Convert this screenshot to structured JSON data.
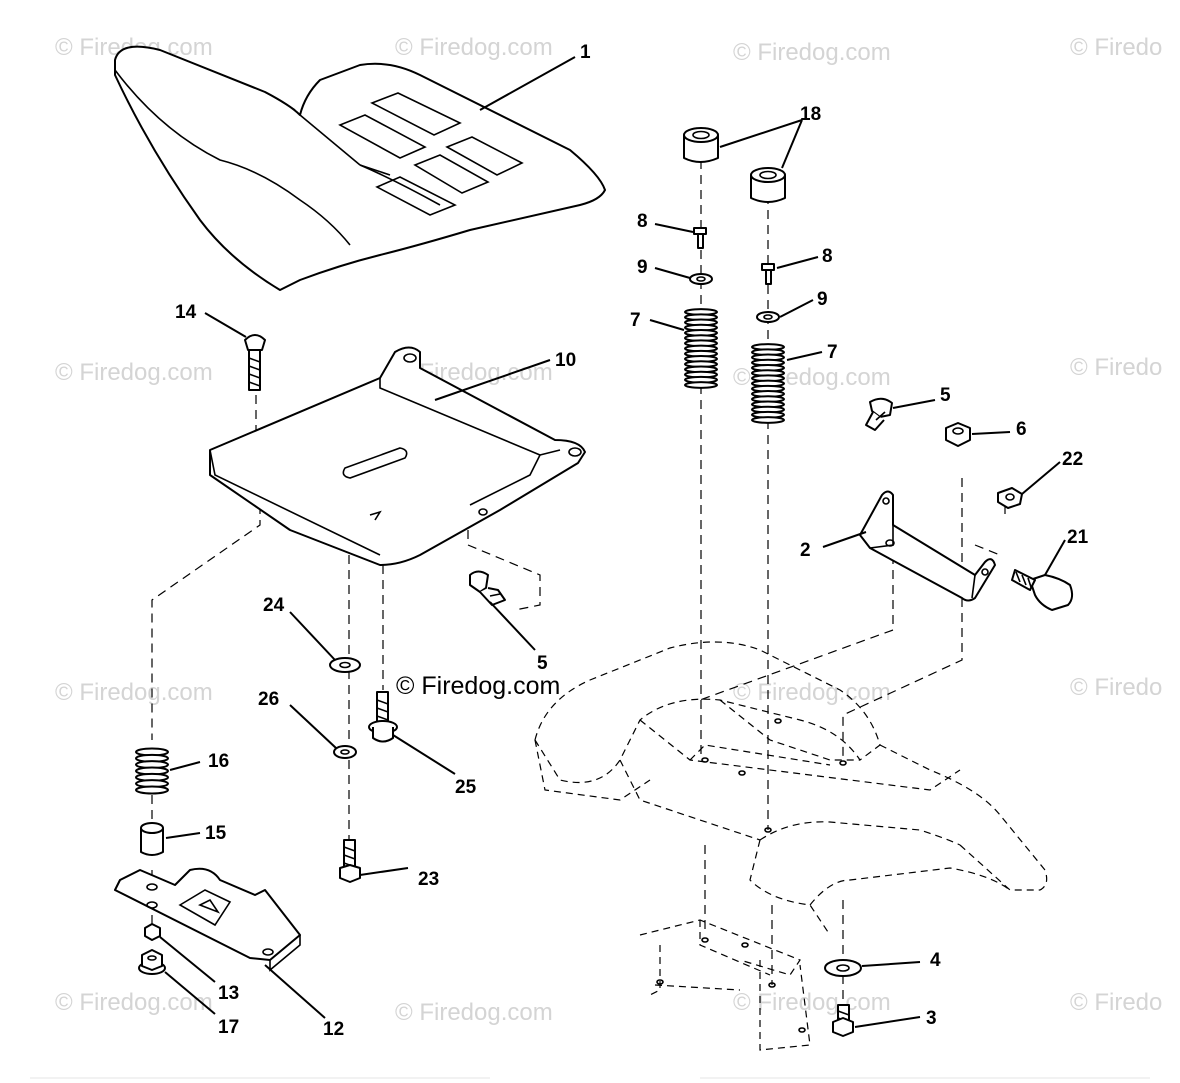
{
  "watermark": {
    "text": "© Firedog.com",
    "faint_text": "© Firedog.com",
    "edge_text": "© Firedo"
  },
  "callouts": {
    "c1": "1",
    "c18": "18",
    "c8a": "8",
    "c8b": "8",
    "c9a": "9",
    "c9b": "9",
    "c7a": "7",
    "c7b": "7",
    "c14": "14",
    "c10": "10",
    "c5a": "5",
    "c5b": "5",
    "c6": "6",
    "c22": "22",
    "c2": "2",
    "c21": "21",
    "c24": "24",
    "c26": "26",
    "c25": "25",
    "c16": "16",
    "c15": "15",
    "c23": "23",
    "c13": "13",
    "c17": "17",
    "c12": "12",
    "c4": "4",
    "c3": "3"
  },
  "colors": {
    "line": "#000000",
    "watermark": "#d4d4d4",
    "background": "#ffffff"
  }
}
